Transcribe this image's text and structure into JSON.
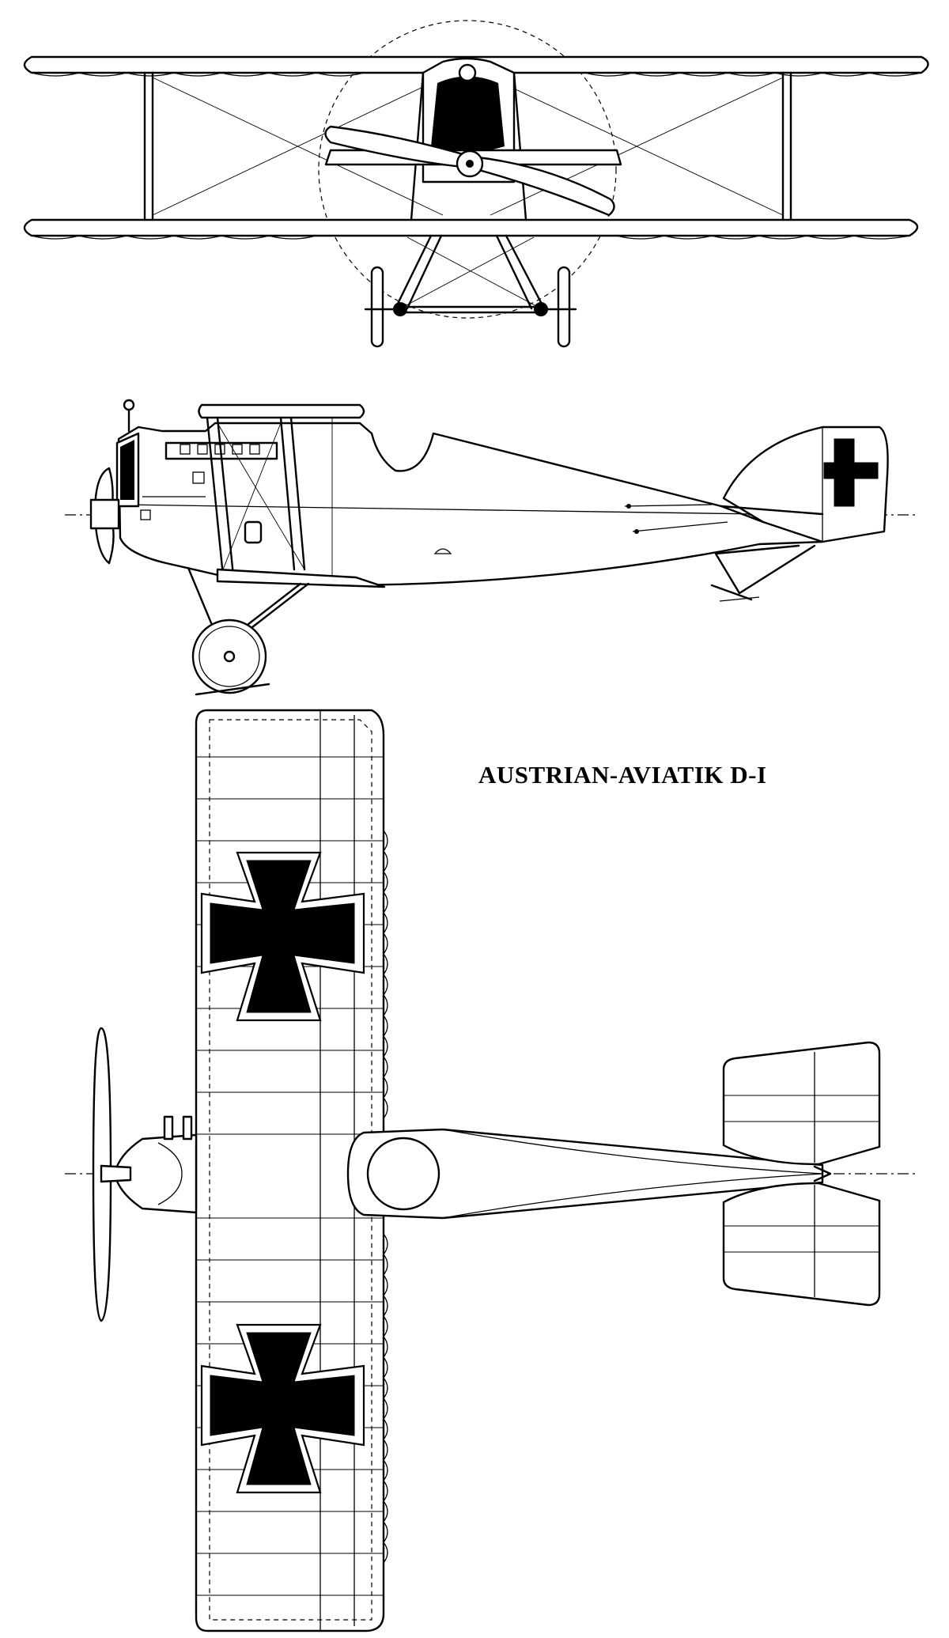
{
  "title": "AUSTRIAN-AVIATIK D-I",
  "views": {
    "front": "front-view",
    "side": "side-view",
    "top": "top-view"
  },
  "icons": {
    "insignia": "iron-cross-icon"
  },
  "colors": {
    "ink": "#000000",
    "paper": "#ffffff"
  }
}
